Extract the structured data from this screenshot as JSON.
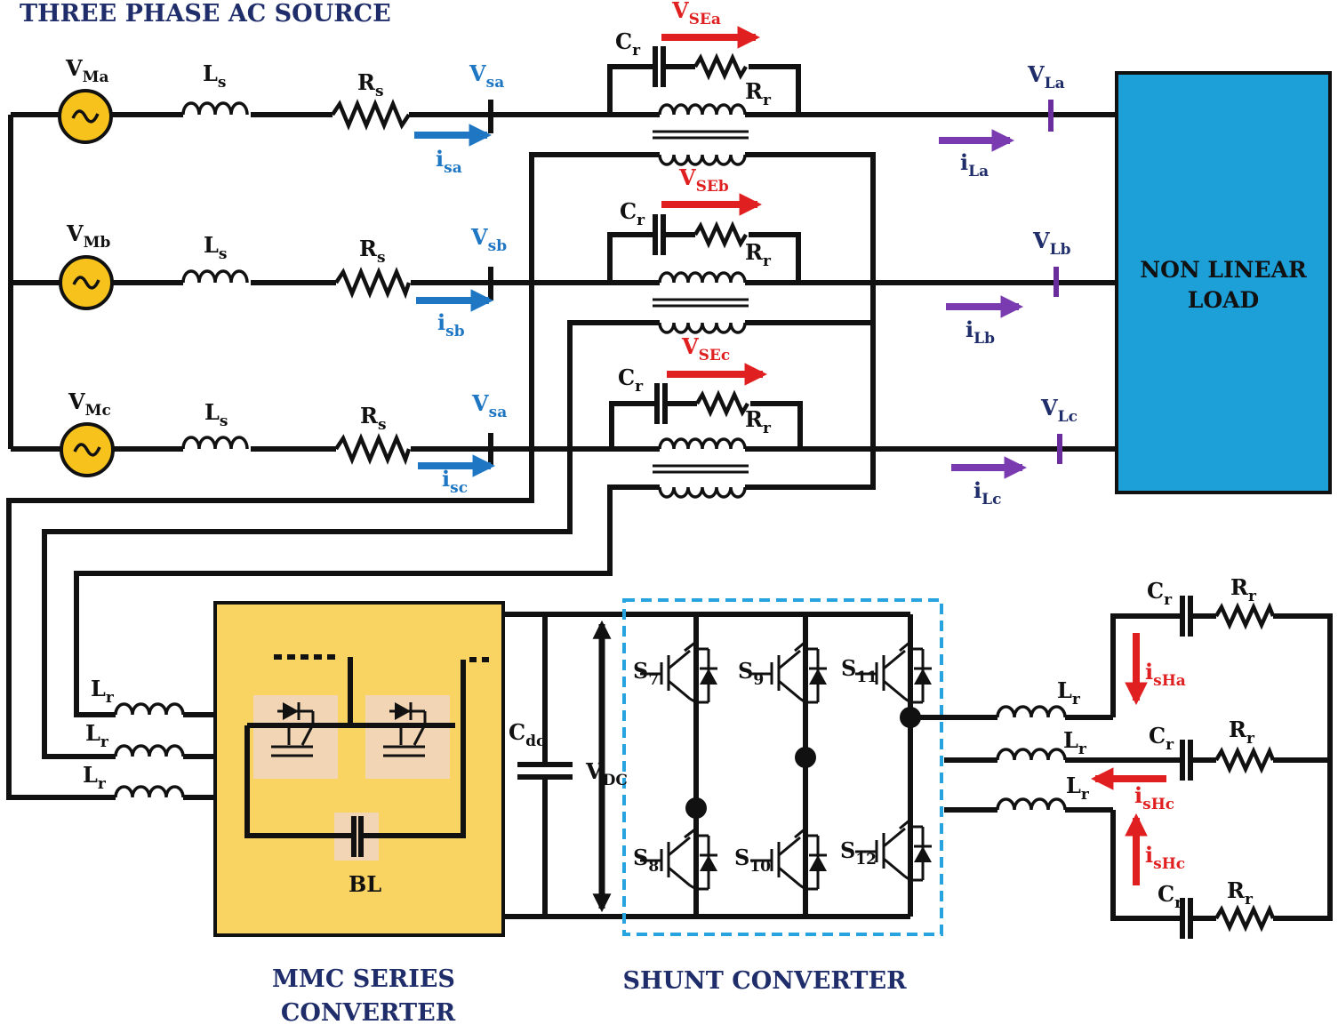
{
  "title": "THREE PHASE AC SOURCE",
  "load_label": {
    "line1": "NON LINEAR",
    "line2": "LOAD"
  },
  "mmc_label": {
    "line1": "MMC SERIES",
    "line2": "CONVERTER"
  },
  "shunt_label": "SHUNT CONVERTER",
  "bl_label": "BL",
  "vdc": {
    "main": "V",
    "sub": "DC"
  },
  "cdc": {
    "main": "C",
    "sub": "dc"
  },
  "phases": [
    {
      "src": {
        "main": "V",
        "sub": "Ma"
      },
      "ls": {
        "main": "L",
        "sub": "s"
      },
      "rs": {
        "main": "R",
        "sub": "s"
      },
      "vs": {
        "main": "V",
        "sub": "sa"
      },
      "is": {
        "main": "i",
        "sub": "sa"
      },
      "cr": {
        "main": "C",
        "sub": "r"
      },
      "rr": {
        "main": "R",
        "sub": "r"
      },
      "vse": {
        "main": "V",
        "sub": "SEa"
      },
      "vl": {
        "main": "V",
        "sub": "La"
      },
      "il": {
        "main": "i",
        "sub": "La"
      }
    },
    {
      "src": {
        "main": "V",
        "sub": "Mb"
      },
      "ls": {
        "main": "L",
        "sub": "s"
      },
      "rs": {
        "main": "R",
        "sub": "s"
      },
      "vs": {
        "main": "V",
        "sub": "sb"
      },
      "is": {
        "main": "i",
        "sub": "sb"
      },
      "cr": {
        "main": "C",
        "sub": "r"
      },
      "rr": {
        "main": "R",
        "sub": "r"
      },
      "vse": {
        "main": "V",
        "sub": "SEb"
      },
      "vl": {
        "main": "V",
        "sub": "Lb"
      },
      "il": {
        "main": "i",
        "sub": "Lb"
      }
    },
    {
      "src": {
        "main": "V",
        "sub": "Mc"
      },
      "ls": {
        "main": "L",
        "sub": "s"
      },
      "rs": {
        "main": "R",
        "sub": "s"
      },
      "vs": {
        "main": "V",
        "sub": "sa"
      },
      "is": {
        "main": "i",
        "sub": "sc"
      },
      "cr": {
        "main": "C",
        "sub": "r"
      },
      "rr": {
        "main": "R",
        "sub": "r"
      },
      "vse": {
        "main": "V",
        "sub": "SEc"
      },
      "vl": {
        "main": "V",
        "sub": "Lc"
      },
      "il": {
        "main": "i",
        "sub": "Lc"
      }
    }
  ],
  "mmc_inductors": [
    {
      "main": "L",
      "sub": "r"
    },
    {
      "main": "L",
      "sub": "r"
    },
    {
      "main": "L",
      "sub": "r"
    }
  ],
  "switches": [
    {
      "main": "S",
      "sub": "7"
    },
    {
      "main": "S",
      "sub": "9"
    },
    {
      "main": "S",
      "sub": "11"
    },
    {
      "main": "S",
      "sub": "8"
    },
    {
      "main": "S",
      "sub": "10"
    },
    {
      "main": "S",
      "sub": "12"
    }
  ],
  "shunt_inductors": [
    {
      "main": "L",
      "sub": "r"
    },
    {
      "main": "L",
      "sub": "r"
    },
    {
      "main": "L",
      "sub": "r"
    }
  ],
  "filter": {
    "top": {
      "cr": {
        "main": "C",
        "sub": "r"
      },
      "rr": {
        "main": "R",
        "sub": "r"
      }
    },
    "mid": {
      "cr": {
        "main": "C",
        "sub": "r"
      },
      "rr": {
        "main": "R",
        "sub": "r"
      }
    },
    "bot": {
      "cr": {
        "main": "C",
        "sub": "r"
      },
      "rr": {
        "main": "R",
        "sub": "r"
      }
    },
    "currents": [
      {
        "main": "i",
        "sub": "sHa"
      },
      {
        "main": "i",
        "sub": "sHc"
      },
      {
        "main": "i",
        "sub": "sHc"
      }
    ]
  },
  "colors": {
    "wire": "#111111",
    "source_fill": "#f7c21b",
    "load_fill": "#1d9fd8",
    "mmc_fill": "#f9d463",
    "shunt_border": "#27a3e0",
    "source_current_arrow": "#1f77c4",
    "series_voltage_arrow": "#e02020",
    "load_current_arrow": "#7a3bb0",
    "harmonic_current_arrow": "#e02020"
  }
}
